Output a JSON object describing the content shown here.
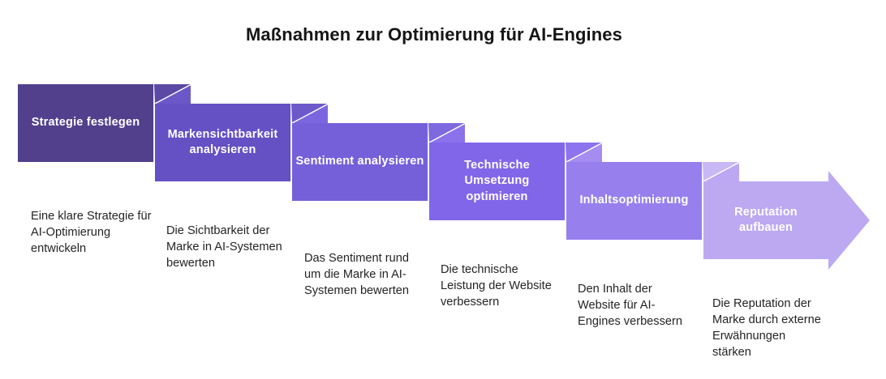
{
  "title": "Maßnahmen zur Optimierung für AI-Engines",
  "text_colors": {
    "title": "#151515",
    "description": "#242424",
    "step_label": "#ffffff"
  },
  "steps": [
    {
      "label": "Strategie festlegen",
      "description": "Eine klare Strategie für AI-Optimierung entwickeln",
      "color": "#52408C",
      "fold_back": "#5C48A5",
      "fold_front": "#6C57C9"
    },
    {
      "label": "Markensichtbarkeit analysieren",
      "description": "Die Sichtbarkeit der Marke in AI-Systemen bewerten",
      "color": "#6550C4",
      "fold_back": "#6E59CA",
      "fold_front": "#7C66E0"
    },
    {
      "label": "Sentiment analysieren",
      "description": "Das Sentiment rund um die Marke in AI-Systemen bewerten",
      "color": "#7560DA",
      "fold_back": "#7F69DF",
      "fold_front": "#8B71EC"
    },
    {
      "label": "Technische Umsetzung optimieren",
      "description": "Die technische Leistung der Website verbessern",
      "color": "#8166EA",
      "fold_back": "#8D73ED",
      "fold_front": "#A58CF1"
    },
    {
      "label": "Inhaltsoptimierung",
      "description": "Den Inhalt der Website für AI-Engines verbessern",
      "color": "#9780EE",
      "fold_back": "#C8B8F5",
      "fold_front": "#BBA7F2"
    },
    {
      "label": "Reputation aufbauen",
      "description": "Die Reputation der Marke durch externe Erwähnungen stärken",
      "color": "#BCA9F2",
      "shape": "arrow"
    }
  ]
}
